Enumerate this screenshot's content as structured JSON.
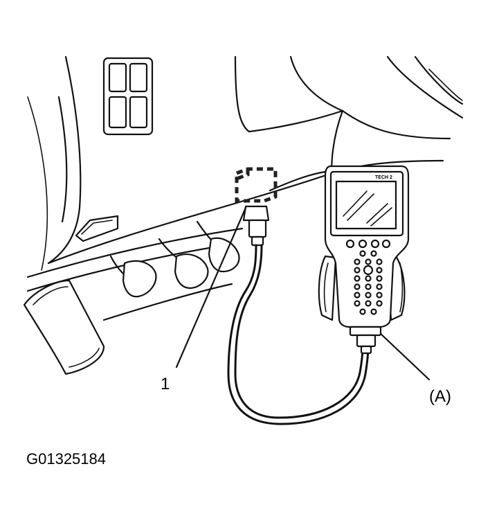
{
  "diagram": {
    "callouts": {
      "item_1": "1",
      "item_a": "(A)"
    },
    "figure_id": "G01325184",
    "device_brand": "TECH 2"
  }
}
